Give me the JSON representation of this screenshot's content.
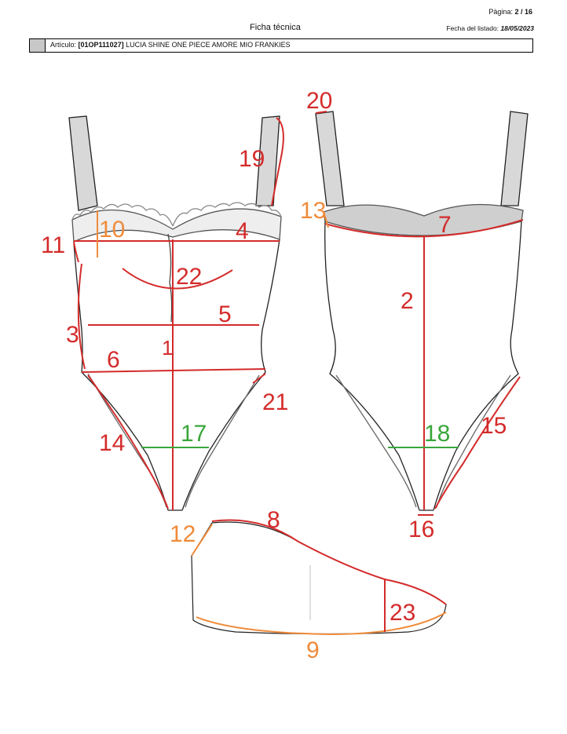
{
  "header": {
    "page_label": "Pàgina:",
    "page_value": "2 / 16",
    "title": "Ficha técnica",
    "date_label": "Fecha del listado:",
    "date_value": "18/05/2023"
  },
  "article": {
    "label": "Artículo:",
    "code": "[01OP111027]",
    "name": "LUCIA SHINE ONE PIECE AMORE MIO FRANKIES"
  },
  "measurements": {
    "m1": "1",
    "m2": "2",
    "m3": "3",
    "m4": "4",
    "m5": "5",
    "m6": "6",
    "m7": "7",
    "m8": "8",
    "m9": "9",
    "m10": "10",
    "m11": "11",
    "m12": "12",
    "m13": "13",
    "m14": "14",
    "m15": "15",
    "m16": "16",
    "m17": "17",
    "m18": "18",
    "m19": "19",
    "m20": "20",
    "m21": "21",
    "m22": "22",
    "m23": "23"
  },
  "colors": {
    "red": "#d42b2b",
    "orange": "#ef8b3a",
    "green": "#3aa63a",
    "sketch": "#222222",
    "ruffle": "#9a9a9a"
  }
}
